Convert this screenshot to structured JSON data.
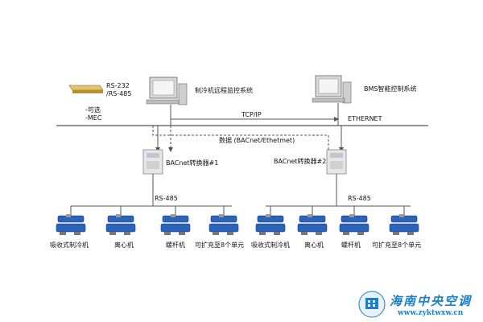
{
  "serial": {
    "line1": "RS-232",
    "line2": "/RS-485",
    "opt1": "-可选",
    "opt2": "-MEC"
  },
  "remote_system": "制冷机远程监控系统",
  "bms_system": "BMS智能控制系统",
  "protocol": "TCP/IP",
  "network": "ETHERNET",
  "data_label": "数据 (BACnet/Ethetmet)",
  "converters": [
    "BACnet转换器#1",
    "BACnet转换器#2"
  ],
  "bus_label": "RS-485",
  "group1": [
    "吸收式制冷机",
    "离心机",
    "螺杆机",
    "可扩充至8个单元"
  ],
  "group2": [
    "吸收式制冷机",
    "离心机",
    "螺杆机",
    "可扩充至8个单元"
  ],
  "watermark": {
    "name": "海南中央空调",
    "url": "www.zyktwxw.cn"
  },
  "colors": {
    "line": "#555555",
    "chiller_blue": "#2a63b8",
    "computer_gray": "#cfcfcf",
    "watermark": "#1f7fc6"
  }
}
